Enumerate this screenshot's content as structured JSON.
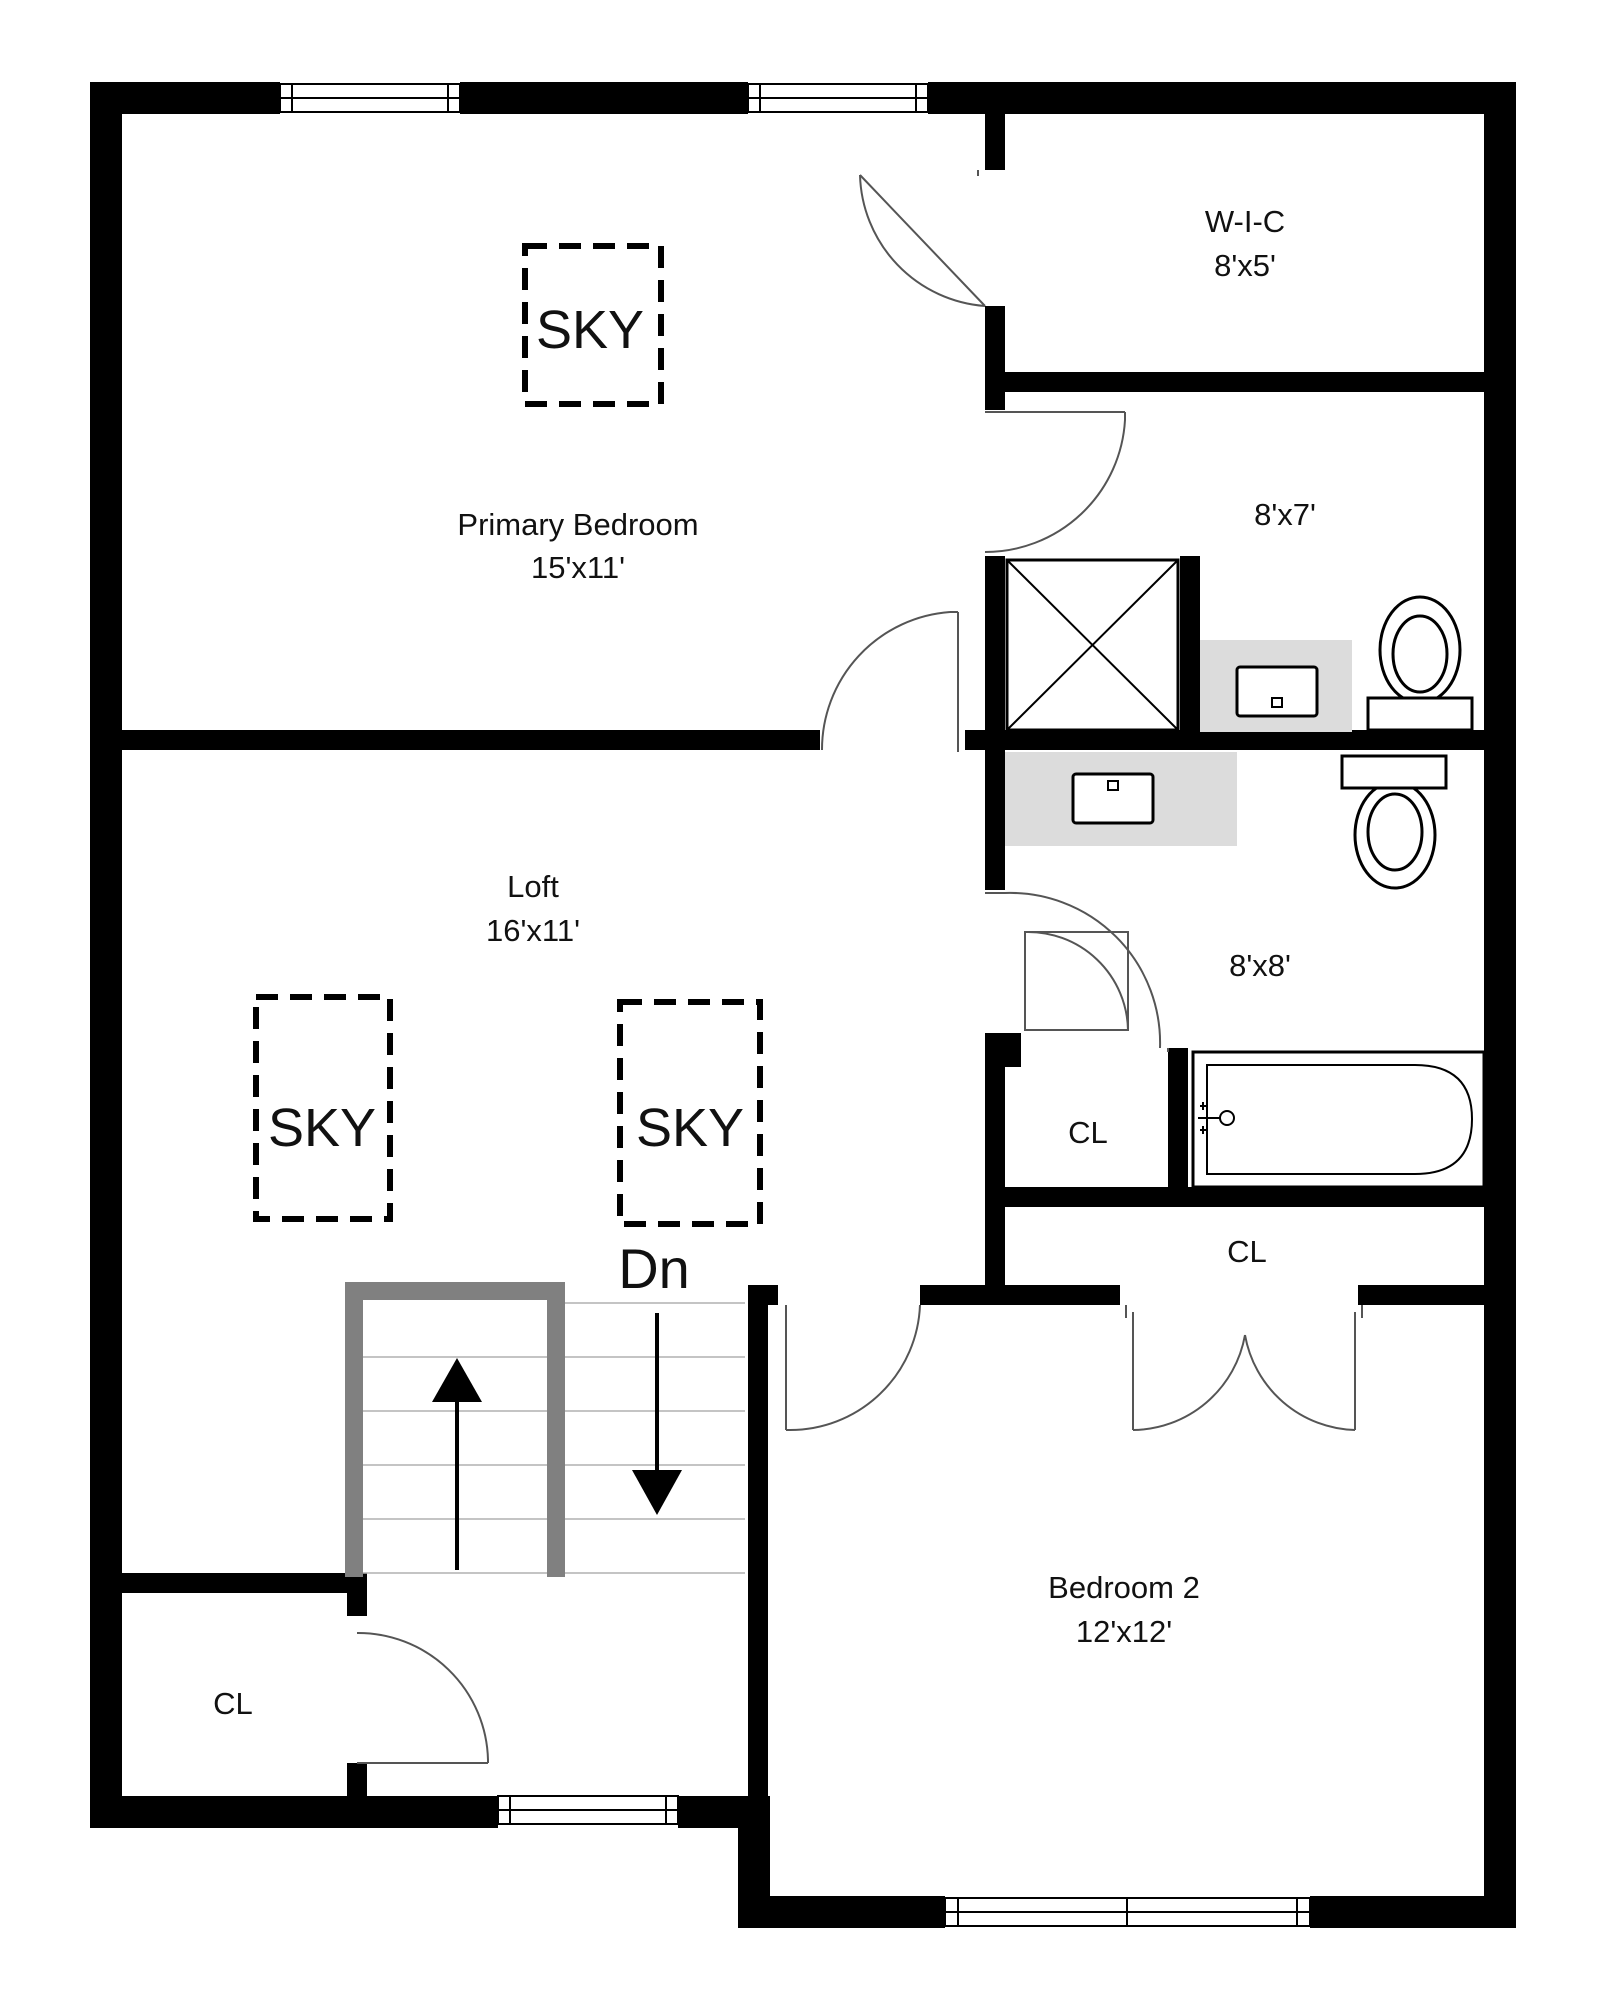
{
  "colors": {
    "wall": "#000000",
    "stair_rail": "#808080",
    "fixture_fill": "#dcdcdc",
    "door_line": "#555555"
  },
  "rooms": {
    "primary_bedroom": {
      "name": "Primary Bedroom",
      "size": "15'x11'"
    },
    "wic": {
      "name": "W-I-C",
      "size": "8'x5'"
    },
    "primary_bath": {
      "size": "8'x7'"
    },
    "loft": {
      "name": "Loft",
      "size": "16'x11'"
    },
    "hall_bath": {
      "size": "8'x8'"
    },
    "hall_closet": {
      "name": "CL"
    },
    "linen_closet": {
      "name": "CL"
    },
    "bedroom2": {
      "name": "Bedroom 2",
      "size": "12'x12'"
    },
    "stair_closet": {
      "name": "CL"
    }
  },
  "skylights": [
    {
      "label": "SKY"
    },
    {
      "label": "SKY"
    },
    {
      "label": "SKY"
    }
  ],
  "stairs": {
    "label": "Dn"
  }
}
